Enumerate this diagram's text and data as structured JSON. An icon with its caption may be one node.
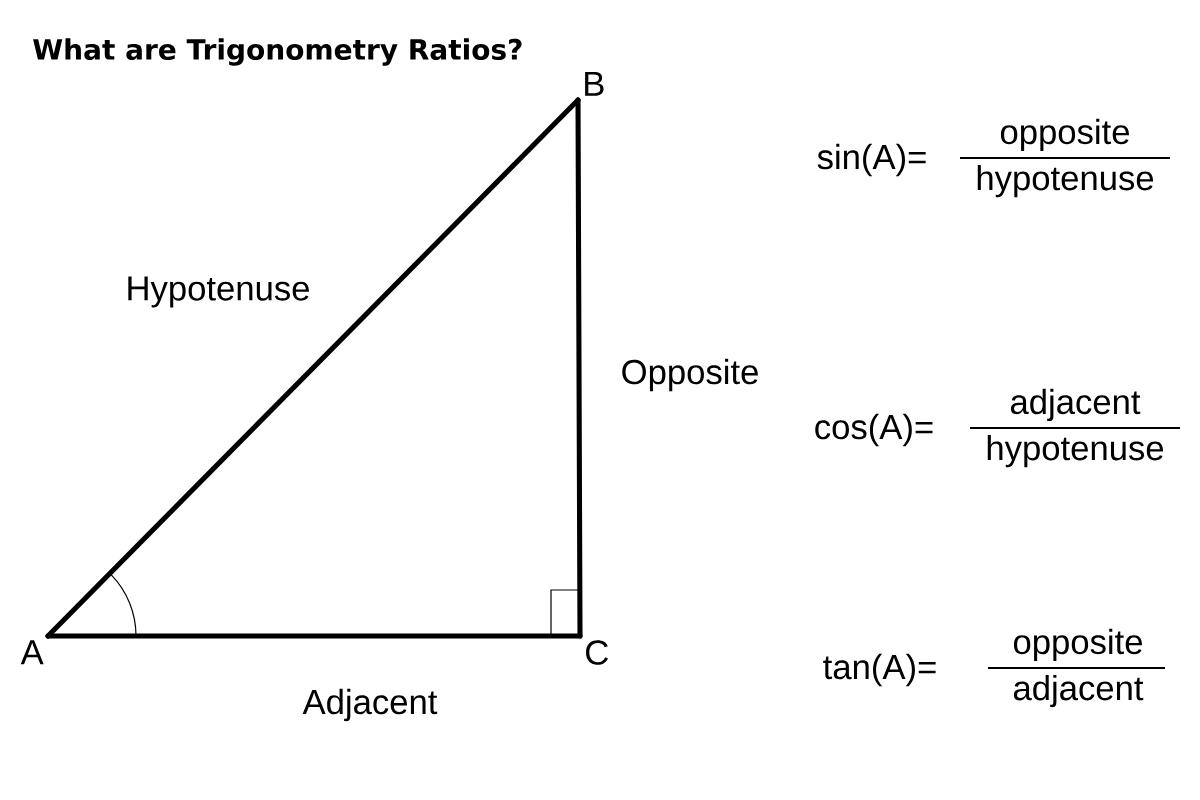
{
  "diagram": {
    "title": "What are Trigonometry Ratios?",
    "nodes": [
      {
        "text": [
          "A"
        ]
      },
      {
        "text": [
          "B"
        ]
      },
      {
        "text": [
          "C"
        ]
      }
    ],
    "edges": [
      {
        "from": 0,
        "to": 1,
        "arrow": "none",
        "label": "Hypotenuse"
      },
      {
        "from": 1,
        "to": 2,
        "arrow": "none",
        "label": "Opposite"
      },
      {
        "from": 0,
        "to": 2,
        "arrow": "none",
        "label": "Adjacent"
      }
    ],
    "labels": [
      "sin(A)=",
      "opposite",
      "hypotenuse",
      "cos(A)=",
      "adjacent",
      "hypotenuse",
      "tan(A)=",
      "opposite",
      "adjacent"
    ]
  }
}
